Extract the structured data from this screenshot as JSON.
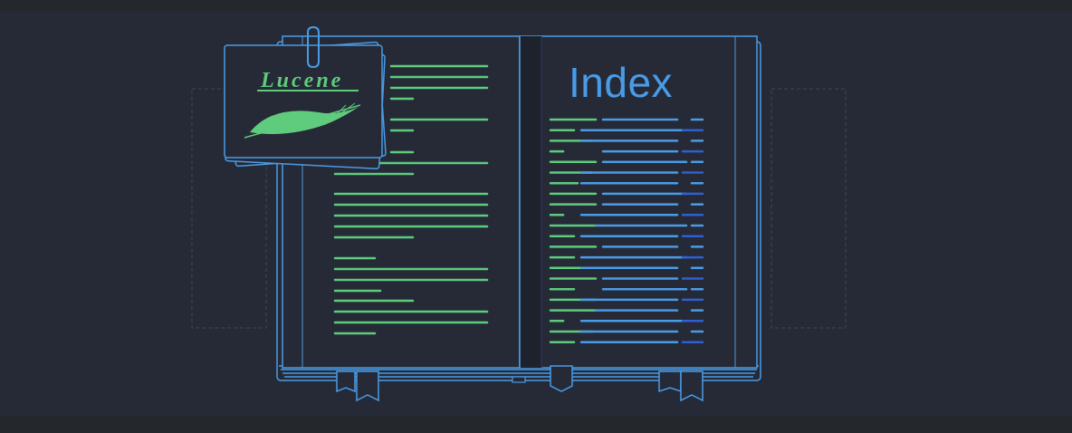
{
  "title": "Index",
  "logo_text": "Lucene",
  "colors": {
    "background": "#252a36",
    "frame": "#24272c",
    "outline": "#4a9be6",
    "green": "#5ecb7d",
    "blue": "#4a9be6",
    "dark_blue": "#2f5fd0"
  },
  "icons": [
    "lucene-logo",
    "feather-icon",
    "paper-clip-icon",
    "bookmark-icon"
  ]
}
